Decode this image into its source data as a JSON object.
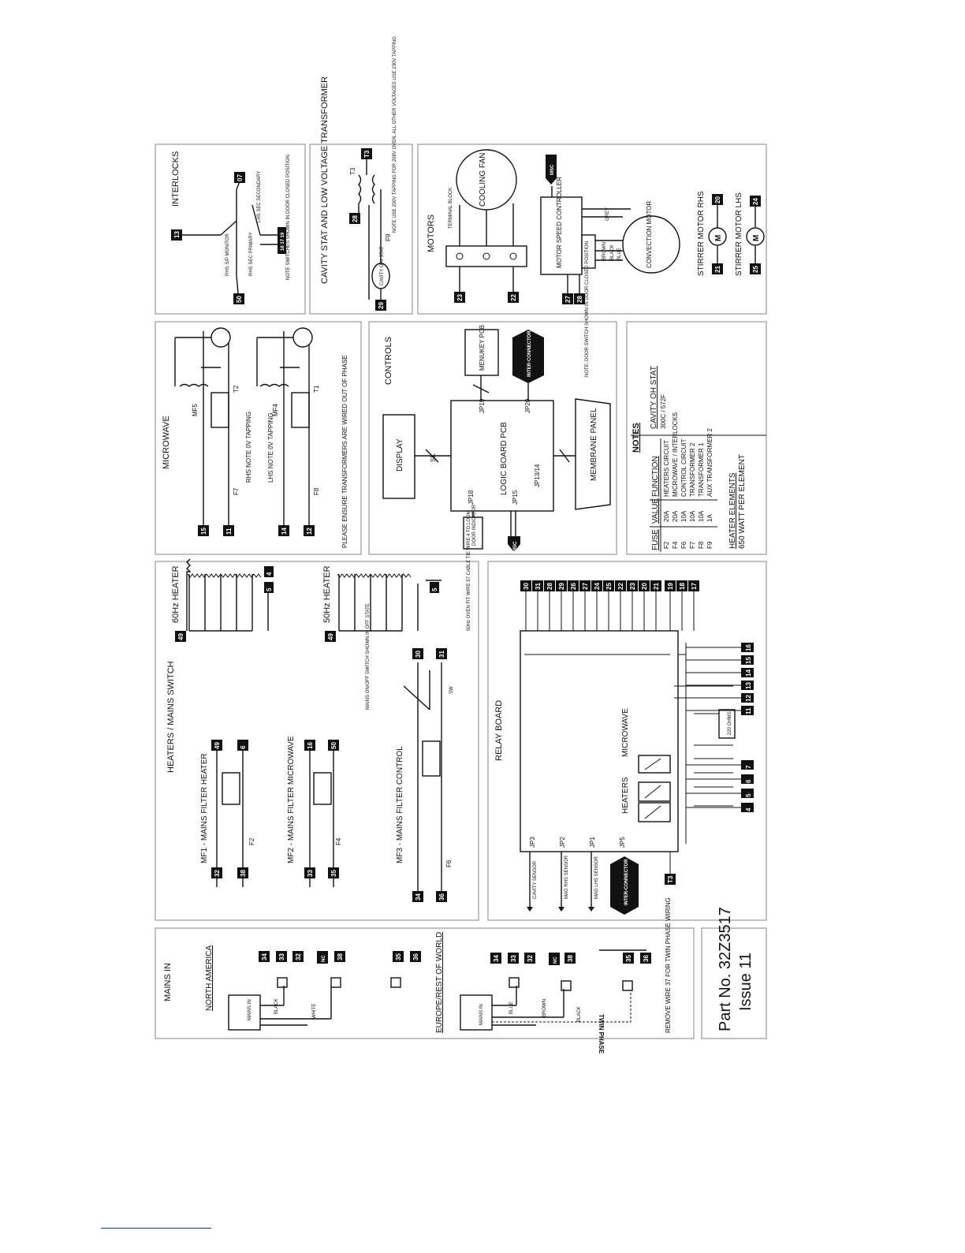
{
  "panels": {
    "interlocks": {
      "title": "INTERLOCKS",
      "note": "NOTE SWITCHES SHOWN IN DOOR CLOSED POSITION",
      "labels": [
        "RHS S/P MONITOR",
        "RHS SEC PRIMARY",
        "LHS SEC SECONDARY"
      ]
    },
    "cavity_stat": {
      "title": "CAVITY STAT AND LOW VOLTAGE TRANSFORMER",
      "note": "NOTE USE 200V TAPPING FOR 208V OVEN. ALL OTHER VOLTAGES USE 230V TAPPING",
      "stat_label": "CAVITY O/H STAT",
      "transformer": "T3",
      "fuse": "F9"
    },
    "motors": {
      "title": "MOTORS",
      "terminal_block": "TERMINAL BLOCK",
      "cooling_fan": "COOLING FAN",
      "speed_controller": "MOTOR SPEED CONTROLLER",
      "convection_motor": "CONVECTION MOTOR",
      "stirrer_rhs": "STIRRER MOTOR RHS",
      "stirrer_lhs": "STIRRER MOTOR LHS",
      "wire_colours": [
        "BLUE",
        "BROWN",
        "BLACK",
        "GREY"
      ],
      "msc": "MSC"
    },
    "microwave": {
      "title": "MICROWAVE",
      "rhs_note": "RHS NOTE 0V TAPPING",
      "lhs_note": "LHS NOTE 0V TAPPING",
      "phase_note": "PLEASE ENSURE TRANSFORMERS ARE WIRED OUT OF PHASE",
      "filters": [
        "MF5",
        "MF4"
      ],
      "transformers": [
        "T2",
        "T1"
      ],
      "fuses": [
        "F7",
        "F8"
      ]
    },
    "controls": {
      "title": "CONTROLS",
      "display": "DISPLAY",
      "logic_board": "LOGIC BOARD PCB",
      "menukey": "MENUKEY PCB",
      "membrane": "MEMBRANE PANEL",
      "interconnector": "INTER-CONNECTOR",
      "door_note": "NOTE: DOOR SWITCH SHOWN IN DOOR CLOSED POSITION",
      "door_indicator": "DOOR INDICATOR",
      "msc": "MSC",
      "ports": [
        "JP18",
        "JP19",
        "JP20",
        "JP15",
        "JP13/14",
        "SK"
      ]
    },
    "notes": {
      "title": "NOTES",
      "fuse_headers": [
        "FUSE",
        "VALUE",
        "FUNCTION"
      ],
      "fuses": [
        {
          "fuse": "F2",
          "value": "20A",
          "function": "HEATERS CIRCUIT"
        },
        {
          "fuse": "F4",
          "value": "20A",
          "function": "MICROWAVE / INTERLOCKS"
        },
        {
          "fuse": "F6",
          "value": "10A",
          "function": "CONTROL CIRCUIT"
        },
        {
          "fuse": "F7",
          "value": "10A",
          "function": "TRANSFORMER 2"
        },
        {
          "fuse": "F8",
          "value": "10A",
          "function": "TRANSFORMER 1"
        },
        {
          "fuse": "F9",
          "value": "1A",
          "function": "AUX TRANSFORMER 2"
        }
      ],
      "heater_title": "HEATER ELEMENTS",
      "heater_value": "650 WATT PER ELEMENT",
      "stat_title": "CAVITY OH STAT",
      "stat_value": "300C / 572F"
    },
    "heaters_60": {
      "title": "60Hz HEATER"
    },
    "heaters_50": {
      "title": "50Hz HEATER",
      "note": "50Hz OVEN FIT WIRE 57 CABLE TIE WIRE 4 TO LOOM"
    },
    "heaters_mains": {
      "title": "HEATERS / MAINS SWITCH",
      "mf1": "MF1 - MAINS FILTER HEATER",
      "mf2": "MF2 - MAINS FILTER MICROWAVE",
      "mf3": "MF3 - MAINS FILTER CONTROL",
      "fuses": [
        "F2",
        "F4",
        "F6"
      ],
      "switch_note": "MAINS ON/OFF SWITCH SHOWN IN OFF STATE",
      "sw": "SW"
    },
    "relay_board": {
      "title": "RELAY BOARD",
      "microwave": "MICROWAVE",
      "heaters": "HEATERS",
      "ports": [
        "JP3",
        "JP2",
        "JP1",
        "JP5"
      ],
      "interconnector": "INTER-CONNECTOR",
      "sensors": [
        "CAVITY SENSOR",
        "MAG RHS SENSOR",
        "MAG LHS SENSOR"
      ],
      "resistor": "220 OHMS",
      "t3": "T3",
      "top_tags": [
        "30",
        "31",
        "28",
        "29",
        "26",
        "27",
        "24",
        "25",
        "22",
        "23",
        "20",
        "21",
        "19",
        "18",
        "17"
      ],
      "right_tags": [
        "16",
        "15",
        "14",
        "13",
        "12",
        "11"
      ],
      "bottom_tags": [
        "7",
        "6",
        "5",
        "4"
      ]
    },
    "mains_in": {
      "title": "MAINS IN",
      "north_america": "NORTH AMERICA",
      "europe": "EUROPE/REST OF WORLD",
      "mains_label": "MAINS IN",
      "na_colours": [
        "BLACK",
        "WHITE"
      ],
      "eu_colours": [
        "BLUE",
        "BROWN",
        "BLACK"
      ],
      "twin_phase": "TWIN PHASE",
      "remove_note": "REMOVE WIRE 37 FOR TWIN PHASE WIRING",
      "tags": [
        "34",
        "33",
        "32",
        "NC",
        "38",
        "35",
        "36"
      ]
    },
    "part": {
      "part_no": "Part No. 32Z3517",
      "issue": "Issue 11"
    }
  }
}
